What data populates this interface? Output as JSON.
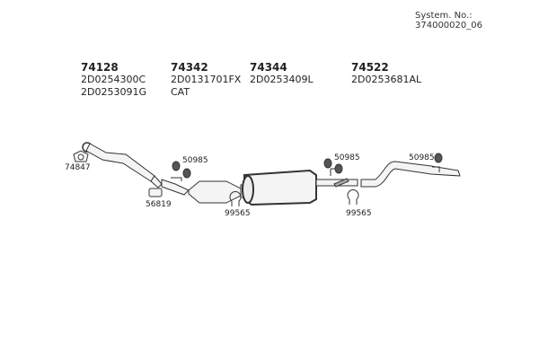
{
  "system_label": "System. No.: 374000020_06",
  "parts": [
    {
      "number": "74128",
      "codes": [
        "2D0254300C",
        "2D0253091G"
      ]
    },
    {
      "number": "74342",
      "codes": [
        "2D0131701FX",
        "CAT"
      ]
    },
    {
      "number": "74344",
      "codes": [
        "2D0253409L"
      ]
    },
    {
      "number": "74522",
      "codes": [
        "2D0253681AL"
      ]
    }
  ],
  "callouts": [
    "74847",
    "50985",
    "56819",
    "99565",
    "50985",
    "99565",
    "50985"
  ]
}
